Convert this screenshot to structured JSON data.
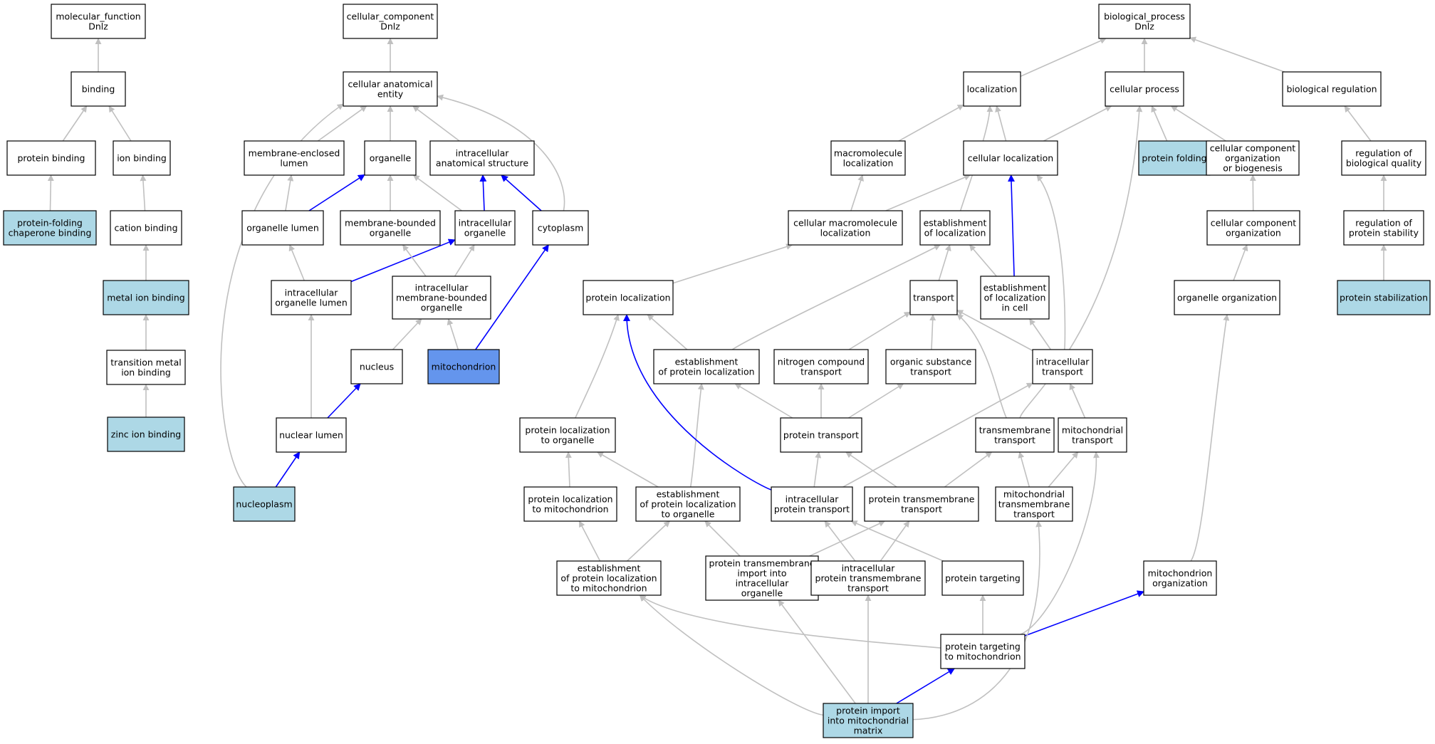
{
  "colors": {
    "default_fill": "#ffffff",
    "highlight_fill": "#add8e6",
    "focus_fill": "#6495ed",
    "grey_edge": "#c0c0c0",
    "blue_edge": "#0000ff"
  },
  "nodes": [
    {
      "id": "mf",
      "lines": [
        "molecular_function",
        "Dnlz"
      ],
      "fill": "white"
    },
    {
      "id": "binding",
      "lines": [
        "binding"
      ],
      "fill": "white"
    },
    {
      "id": "protein_binding",
      "lines": [
        "protein binding"
      ],
      "fill": "white"
    },
    {
      "id": "ion_binding",
      "lines": [
        "ion binding"
      ],
      "fill": "white"
    },
    {
      "id": "pfcb",
      "lines": [
        "protein-folding",
        "chaperone binding"
      ],
      "fill": "light"
    },
    {
      "id": "cation_binding",
      "lines": [
        "cation binding"
      ],
      "fill": "white"
    },
    {
      "id": "metal_ion_binding",
      "lines": [
        "metal ion binding"
      ],
      "fill": "light"
    },
    {
      "id": "tmib",
      "lines": [
        "transition metal",
        "ion binding"
      ],
      "fill": "white"
    },
    {
      "id": "zinc",
      "lines": [
        "zinc ion binding"
      ],
      "fill": "light"
    },
    {
      "id": "cc",
      "lines": [
        "cellular_component",
        "Dnlz"
      ],
      "fill": "white"
    },
    {
      "id": "cae",
      "lines": [
        "cellular anatomical",
        "entity"
      ],
      "fill": "white"
    },
    {
      "id": "mel",
      "lines": [
        "membrane-enclosed",
        "lumen"
      ],
      "fill": "white"
    },
    {
      "id": "organelle",
      "lines": [
        "organelle"
      ],
      "fill": "white"
    },
    {
      "id": "ias",
      "lines": [
        "intracellular",
        "anatomical structure"
      ],
      "fill": "white"
    },
    {
      "id": "org_lumen",
      "lines": [
        "organelle lumen"
      ],
      "fill": "white"
    },
    {
      "id": "mbo",
      "lines": [
        "membrane-bounded",
        "organelle"
      ],
      "fill": "white"
    },
    {
      "id": "io",
      "lines": [
        "intracellular",
        "organelle"
      ],
      "fill": "white"
    },
    {
      "id": "cytoplasm",
      "lines": [
        "cytoplasm"
      ],
      "fill": "white"
    },
    {
      "id": "iol",
      "lines": [
        "intracellular",
        "organelle lumen"
      ],
      "fill": "white"
    },
    {
      "id": "imbo",
      "lines": [
        "intracellular",
        "membrane-bounded",
        "organelle"
      ],
      "fill": "white"
    },
    {
      "id": "nucleus",
      "lines": [
        "nucleus"
      ],
      "fill": "white"
    },
    {
      "id": "mito",
      "lines": [
        "mitochondrion"
      ],
      "fill": "focus"
    },
    {
      "id": "nuc_lumen",
      "lines": [
        "nuclear lumen"
      ],
      "fill": "white"
    },
    {
      "id": "nucleoplasm",
      "lines": [
        "nucleoplasm"
      ],
      "fill": "light"
    },
    {
      "id": "bp",
      "lines": [
        "biological_process",
        "Dnlz"
      ],
      "fill": "white"
    },
    {
      "id": "localization",
      "lines": [
        "localization"
      ],
      "fill": "white"
    },
    {
      "id": "cell_proc",
      "lines": [
        "cellular process"
      ],
      "fill": "white"
    },
    {
      "id": "bio_reg",
      "lines": [
        "biological regulation"
      ],
      "fill": "white"
    },
    {
      "id": "macro_loc",
      "lines": [
        "macromolecule",
        "localization"
      ],
      "fill": "white"
    },
    {
      "id": "cell_loc",
      "lines": [
        "cellular localization"
      ],
      "fill": "white"
    },
    {
      "id": "prot_fold",
      "lines": [
        "protein folding"
      ],
      "fill": "light"
    },
    {
      "id": "ccob",
      "lines": [
        "cellular component",
        "organization",
        "or biogenesis"
      ],
      "fill": "white"
    },
    {
      "id": "rbq",
      "lines": [
        "regulation of",
        "biological quality"
      ],
      "fill": "white"
    },
    {
      "id": "cml",
      "lines": [
        "cellular macromolecule",
        "localization"
      ],
      "fill": "white"
    },
    {
      "id": "eol",
      "lines": [
        "establishment",
        "of localization"
      ],
      "fill": "white"
    },
    {
      "id": "cco",
      "lines": [
        "cellular component",
        "organization"
      ],
      "fill": "white"
    },
    {
      "id": "rps",
      "lines": [
        "regulation of",
        "protein stability"
      ],
      "fill": "white"
    },
    {
      "id": "prot_loc",
      "lines": [
        "protein localization"
      ],
      "fill": "white"
    },
    {
      "id": "transport",
      "lines": [
        "transport"
      ],
      "fill": "white"
    },
    {
      "id": "eolc",
      "lines": [
        "establishment",
        "of localization",
        "in cell"
      ],
      "fill": "white"
    },
    {
      "id": "org_org",
      "lines": [
        "organelle organization"
      ],
      "fill": "white"
    },
    {
      "id": "prot_stab",
      "lines": [
        "protein stabilization"
      ],
      "fill": "light"
    },
    {
      "id": "epl",
      "lines": [
        "establishment",
        "of protein localization"
      ],
      "fill": "white"
    },
    {
      "id": "nct",
      "lines": [
        "nitrogen compound",
        "transport"
      ],
      "fill": "white"
    },
    {
      "id": "ost",
      "lines": [
        "organic substance",
        "transport"
      ],
      "fill": "white"
    },
    {
      "id": "ict",
      "lines": [
        "intracellular",
        "transport"
      ],
      "fill": "white"
    },
    {
      "id": "plo",
      "lines": [
        "protein localization",
        "to organelle"
      ],
      "fill": "white"
    },
    {
      "id": "prot_trans",
      "lines": [
        "protein transport"
      ],
      "fill": "white"
    },
    {
      "id": "tmt",
      "lines": [
        "transmembrane",
        "transport"
      ],
      "fill": "white"
    },
    {
      "id": "mt",
      "lines": [
        "mitochondrial",
        "transport"
      ],
      "fill": "white"
    },
    {
      "id": "plm",
      "lines": [
        "protein localization",
        "to mitochondrion"
      ],
      "fill": "white"
    },
    {
      "id": "eplo",
      "lines": [
        "establishment",
        "of protein localization",
        "to organelle"
      ],
      "fill": "white"
    },
    {
      "id": "ipt",
      "lines": [
        "intracellular",
        "protein transport"
      ],
      "fill": "white"
    },
    {
      "id": "ptt",
      "lines": [
        "protein transmembrane",
        "transport"
      ],
      "fill": "white"
    },
    {
      "id": "mtt",
      "lines": [
        "mitochondrial",
        "transmembrane",
        "transport"
      ],
      "fill": "white"
    },
    {
      "id": "eplm",
      "lines": [
        "establishment",
        "of protein localization",
        "to mitochondrion"
      ],
      "fill": "white"
    },
    {
      "id": "ptii",
      "lines": [
        "protein transmembrane",
        "import into",
        "intracellular",
        "organelle"
      ],
      "fill": "white"
    },
    {
      "id": "iptt",
      "lines": [
        "intracellular",
        "protein transmembrane",
        "transport"
      ],
      "fill": "white"
    },
    {
      "id": "prot_targ",
      "lines": [
        "protein targeting"
      ],
      "fill": "white"
    },
    {
      "id": "mito_org",
      "lines": [
        "mitochondrion",
        "organization"
      ],
      "fill": "white"
    },
    {
      "id": "ptm",
      "lines": [
        "protein targeting",
        "to mitochondrion"
      ],
      "fill": "white"
    },
    {
      "id": "pimm",
      "lines": [
        "protein import",
        "into mitochondrial",
        "matrix"
      ],
      "fill": "light"
    }
  ],
  "edges": [
    {
      "from": "binding",
      "to": "mf",
      "color": "grey"
    },
    {
      "from": "protein_binding",
      "to": "binding",
      "color": "grey"
    },
    {
      "from": "ion_binding",
      "to": "binding",
      "color": "grey"
    },
    {
      "from": "pfcb",
      "to": "protein_binding",
      "color": "grey"
    },
    {
      "from": "cation_binding",
      "to": "ion_binding",
      "color": "grey"
    },
    {
      "from": "metal_ion_binding",
      "to": "cation_binding",
      "color": "grey"
    },
    {
      "from": "tmib",
      "to": "metal_ion_binding",
      "color": "grey"
    },
    {
      "from": "zinc",
      "to": "tmib",
      "color": "grey"
    },
    {
      "from": "cae",
      "to": "cc",
      "color": "grey"
    },
    {
      "from": "mel",
      "to": "cae",
      "color": "grey"
    },
    {
      "from": "organelle",
      "to": "cae",
      "color": "grey"
    },
    {
      "from": "ias",
      "to": "cae",
      "color": "grey"
    },
    {
      "from": "cytoplasm",
      "to": "cae",
      "color": "grey"
    },
    {
      "from": "nucleoplasm",
      "to": "cae",
      "color": "grey"
    },
    {
      "from": "org_lumen",
      "to": "mel",
      "color": "grey"
    },
    {
      "from": "org_lumen",
      "to": "organelle",
      "color": "blue"
    },
    {
      "from": "mbo",
      "to": "organelle",
      "color": "grey"
    },
    {
      "from": "io",
      "to": "organelle",
      "color": "grey"
    },
    {
      "from": "io",
      "to": "ias",
      "color": "blue"
    },
    {
      "from": "cytoplasm",
      "to": "ias",
      "color": "blue"
    },
    {
      "from": "iol",
      "to": "org_lumen",
      "color": "grey"
    },
    {
      "from": "iol",
      "to": "io",
      "color": "blue"
    },
    {
      "from": "imbo",
      "to": "mbo",
      "color": "grey"
    },
    {
      "from": "imbo",
      "to": "io",
      "color": "grey"
    },
    {
      "from": "nucleus",
      "to": "imbo",
      "color": "grey"
    },
    {
      "from": "mito",
      "to": "imbo",
      "color": "grey"
    },
    {
      "from": "mito",
      "to": "cytoplasm",
      "color": "blue"
    },
    {
      "from": "nuc_lumen",
      "to": "iol",
      "color": "grey"
    },
    {
      "from": "nuc_lumen",
      "to": "nucleus",
      "color": "blue"
    },
    {
      "from": "nucleoplasm",
      "to": "nuc_lumen",
      "color": "blue"
    },
    {
      "from": "localization",
      "to": "bp",
      "color": "grey"
    },
    {
      "from": "cell_proc",
      "to": "bp",
      "color": "grey"
    },
    {
      "from": "bio_reg",
      "to": "bp",
      "color": "grey"
    },
    {
      "from": "macro_loc",
      "to": "localization",
      "color": "grey"
    },
    {
      "from": "cell_loc",
      "to": "localization",
      "color": "grey"
    },
    {
      "from": "cell_loc",
      "to": "cell_proc",
      "color": "grey"
    },
    {
      "from": "prot_fold",
      "to": "cell_proc",
      "color": "grey"
    },
    {
      "from": "ccob",
      "to": "cell_proc",
      "color": "grey"
    },
    {
      "from": "rbq",
      "to": "bio_reg",
      "color": "grey"
    },
    {
      "from": "cml",
      "to": "macro_loc",
      "color": "grey"
    },
    {
      "from": "cml",
      "to": "cell_loc",
      "color": "grey"
    },
    {
      "from": "eol",
      "to": "localization",
      "color": "grey"
    },
    {
      "from": "eolc",
      "to": "cell_loc",
      "color": "blue"
    },
    {
      "from": "eolc",
      "to": "eol",
      "color": "grey"
    },
    {
      "from": "cco",
      "to": "ccob",
      "color": "grey"
    },
    {
      "from": "rps",
      "to": "rbq",
      "color": "grey"
    },
    {
      "from": "prot_loc",
      "to": "cml",
      "color": "grey"
    },
    {
      "from": "transport",
      "to": "eol",
      "color": "grey"
    },
    {
      "from": "org_org",
      "to": "cco",
      "color": "grey"
    },
    {
      "from": "prot_stab",
      "to": "rps",
      "color": "grey"
    },
    {
      "from": "epl",
      "to": "prot_loc",
      "color": "grey"
    },
    {
      "from": "epl",
      "to": "eol",
      "color": "grey"
    },
    {
      "from": "nct",
      "to": "transport",
      "color": "grey"
    },
    {
      "from": "ost",
      "to": "transport",
      "color": "grey"
    },
    {
      "from": "ict",
      "to": "transport",
      "color": "grey"
    },
    {
      "from": "ict",
      "to": "eolc",
      "color": "grey"
    },
    {
      "from": "ict",
      "to": "cell_loc",
      "color": "grey"
    },
    {
      "from": "plo",
      "to": "prot_loc",
      "color": "grey"
    },
    {
      "from": "prot_trans",
      "to": "epl",
      "color": "grey"
    },
    {
      "from": "prot_trans",
      "to": "nct",
      "color": "grey"
    },
    {
      "from": "prot_trans",
      "to": "ost",
      "color": "grey"
    },
    {
      "from": "tmt",
      "to": "transport",
      "color": "grey"
    },
    {
      "from": "tmt",
      "to": "cell_proc",
      "color": "grey"
    },
    {
      "from": "mt",
      "to": "ict",
      "color": "grey"
    },
    {
      "from": "plm",
      "to": "plo",
      "color": "grey"
    },
    {
      "from": "eplo",
      "to": "plo",
      "color": "grey"
    },
    {
      "from": "eplo",
      "to": "epl",
      "color": "grey"
    },
    {
      "from": "ipt",
      "to": "prot_trans",
      "color": "grey"
    },
    {
      "from": "ipt",
      "to": "ict",
      "color": "grey"
    },
    {
      "from": "ipt",
      "to": "prot_loc",
      "color": "blue"
    },
    {
      "from": "ptt",
      "to": "prot_trans",
      "color": "grey"
    },
    {
      "from": "ptt",
      "to": "tmt",
      "color": "grey"
    },
    {
      "from": "mtt",
      "to": "tmt",
      "color": "grey"
    },
    {
      "from": "mtt",
      "to": "mt",
      "color": "grey"
    },
    {
      "from": "eplm",
      "to": "plm",
      "color": "grey"
    },
    {
      "from": "eplm",
      "to": "eplo",
      "color": "grey"
    },
    {
      "from": "ptii",
      "to": "eplo",
      "color": "grey"
    },
    {
      "from": "ptii",
      "to": "ptt",
      "color": "grey"
    },
    {
      "from": "iptt",
      "to": "ipt",
      "color": "grey"
    },
    {
      "from": "iptt",
      "to": "ptt",
      "color": "grey"
    },
    {
      "from": "prot_targ",
      "to": "ipt",
      "color": "grey"
    },
    {
      "from": "ptm",
      "to": "eplm",
      "color": "grey"
    },
    {
      "from": "ptm",
      "to": "prot_targ",
      "color": "grey"
    },
    {
      "from": "ptm",
      "to": "mt",
      "color": "grey"
    },
    {
      "from": "ptm",
      "to": "mito_org",
      "color": "blue"
    },
    {
      "from": "mito_org",
      "to": "org_org",
      "color": "grey"
    },
    {
      "from": "pimm",
      "to": "eplm",
      "color": "grey"
    },
    {
      "from": "pimm",
      "to": "ptii",
      "color": "grey"
    },
    {
      "from": "pimm",
      "to": "iptt",
      "color": "grey"
    },
    {
      "from": "pimm",
      "to": "ptm",
      "color": "blue"
    },
    {
      "from": "pimm",
      "to": "mtt",
      "color": "grey"
    }
  ]
}
